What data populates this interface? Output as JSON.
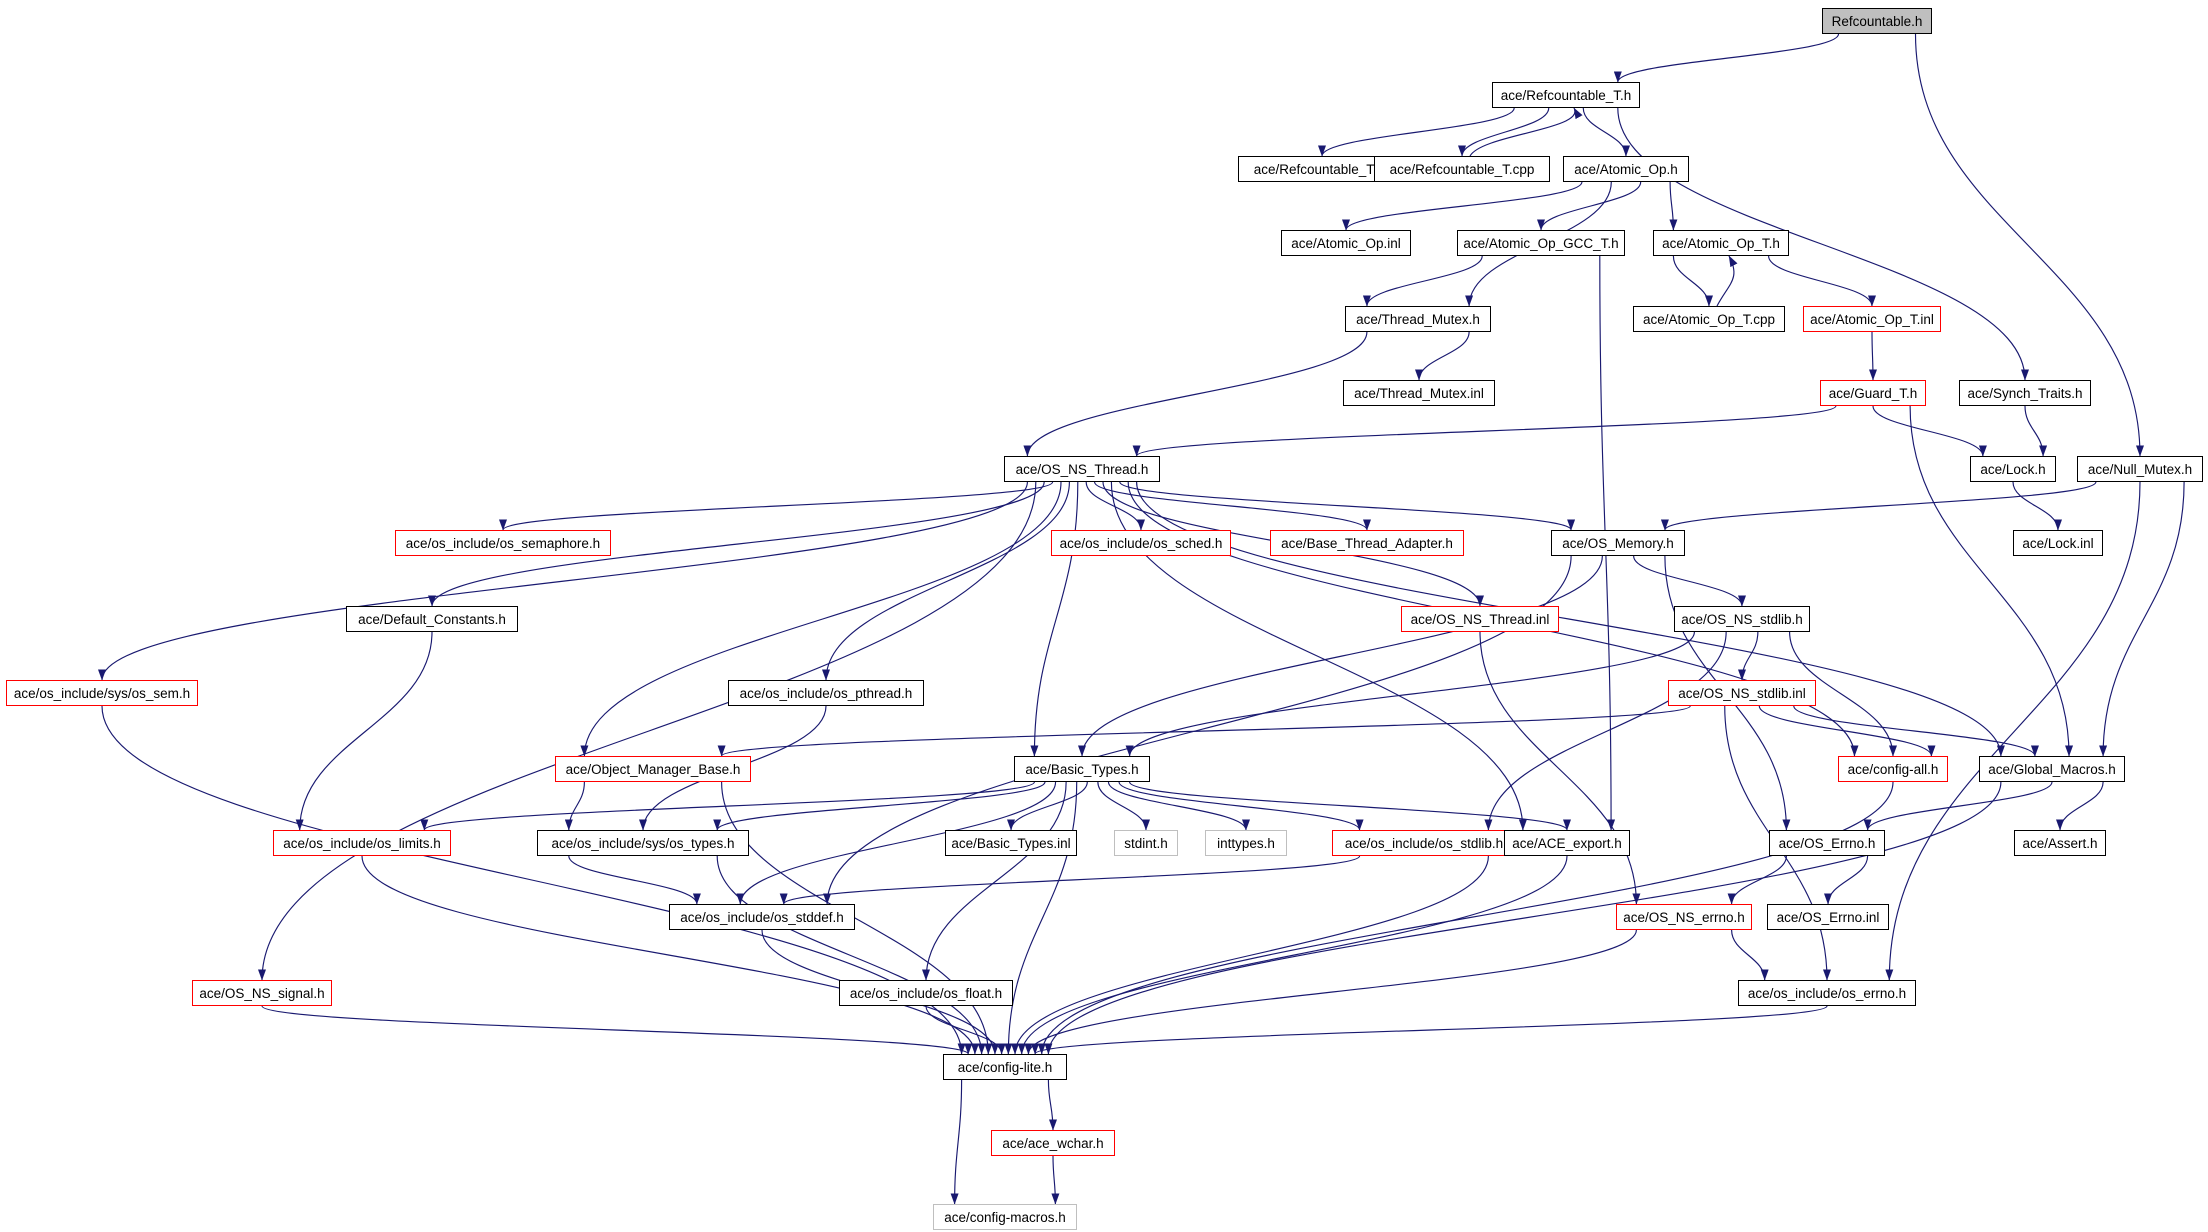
{
  "graph": {
    "title": "Refcountable.h",
    "node_styles": {
      "root": {
        "fill": "#bfbfbf",
        "border": "#000000"
      },
      "documented": {
        "fill": "#ffffff",
        "border": "#000000"
      },
      "truncated": {
        "fill": "#ffffff",
        "border": "#ff0000"
      },
      "external": {
        "fill": "#ffffff",
        "border": "#bfbfbf"
      },
      "edge_color": "#191970"
    },
    "nodes": [
      {
        "id": "refcountable_h",
        "label": "Refcountable.h",
        "style": "root"
      },
      {
        "id": "refcountable_t_h",
        "label": "ace/Refcountable_T.h",
        "style": "documented"
      },
      {
        "id": "refcountable_t_inl",
        "label": "ace/Refcountable_T.inl",
        "style": "documented"
      },
      {
        "id": "refcountable_t_cpp",
        "label": "ace/Refcountable_T.cpp",
        "style": "documented"
      },
      {
        "id": "atomic_op_h",
        "label": "ace/Atomic_Op.h",
        "style": "documented"
      },
      {
        "id": "atomic_op_inl",
        "label": "ace/Atomic_Op.inl",
        "style": "documented"
      },
      {
        "id": "atomic_op_gcc_t_h",
        "label": "ace/Atomic_Op_GCC_T.h",
        "style": "documented"
      },
      {
        "id": "atomic_op_t_h",
        "label": "ace/Atomic_Op_T.h",
        "style": "documented"
      },
      {
        "id": "thread_mutex_h",
        "label": "ace/Thread_Mutex.h",
        "style": "documented"
      },
      {
        "id": "atomic_op_t_cpp",
        "label": "ace/Atomic_Op_T.cpp",
        "style": "documented"
      },
      {
        "id": "atomic_op_t_inl",
        "label": "ace/Atomic_Op_T.inl",
        "style": "truncated"
      },
      {
        "id": "thread_mutex_inl",
        "label": "ace/Thread_Mutex.inl",
        "style": "documented"
      },
      {
        "id": "guard_t_h",
        "label": "ace/Guard_T.h",
        "style": "truncated"
      },
      {
        "id": "synch_traits_h",
        "label": "ace/Synch_Traits.h",
        "style": "documented"
      },
      {
        "id": "os_ns_thread_h",
        "label": "ace/OS_NS_Thread.h",
        "style": "documented"
      },
      {
        "id": "lock_h",
        "label": "ace/Lock.h",
        "style": "documented"
      },
      {
        "id": "null_mutex_h",
        "label": "ace/Null_Mutex.h",
        "style": "documented"
      },
      {
        "id": "os_semaphore_h",
        "label": "ace/os_include/os_semaphore.h",
        "style": "truncated"
      },
      {
        "id": "os_sched_h",
        "label": "ace/os_include/os_sched.h",
        "style": "truncated"
      },
      {
        "id": "base_thread_adapter_h",
        "label": "ace/Base_Thread_Adapter.h",
        "style": "truncated"
      },
      {
        "id": "os_memory_h",
        "label": "ace/OS_Memory.h",
        "style": "documented"
      },
      {
        "id": "lock_inl",
        "label": "ace/Lock.inl",
        "style": "documented"
      },
      {
        "id": "default_constants_h",
        "label": "ace/Default_Constants.h",
        "style": "documented"
      },
      {
        "id": "os_ns_thread_inl",
        "label": "ace/OS_NS_Thread.inl",
        "style": "truncated"
      },
      {
        "id": "os_ns_stdlib_h",
        "label": "ace/OS_NS_stdlib.h",
        "style": "documented"
      },
      {
        "id": "os_sem_h",
        "label": "ace/os_include/sys/os_sem.h",
        "style": "truncated"
      },
      {
        "id": "os_pthread_h",
        "label": "ace/os_include/os_pthread.h",
        "style": "documented"
      },
      {
        "id": "os_ns_stdlib_inl",
        "label": "ace/OS_NS_stdlib.inl",
        "style": "truncated"
      },
      {
        "id": "object_manager_base_h",
        "label": "ace/Object_Manager_Base.h",
        "style": "truncated"
      },
      {
        "id": "basic_types_h",
        "label": "ace/Basic_Types.h",
        "style": "documented"
      },
      {
        "id": "config_all_h",
        "label": "ace/config-all.h",
        "style": "truncated"
      },
      {
        "id": "global_macros_h",
        "label": "ace/Global_Macros.h",
        "style": "documented"
      },
      {
        "id": "os_limits_h",
        "label": "ace/os_include/os_limits.h",
        "style": "truncated"
      },
      {
        "id": "os_types_h",
        "label": "ace/os_include/sys/os_types.h",
        "style": "documented"
      },
      {
        "id": "basic_types_inl",
        "label": "ace/Basic_Types.inl",
        "style": "documented"
      },
      {
        "id": "stdint_h",
        "label": "stdint.h",
        "style": "external"
      },
      {
        "id": "inttypes_h",
        "label": "inttypes.h",
        "style": "external"
      },
      {
        "id": "os_stdlib_h",
        "label": "ace/os_include/os_stdlib.h",
        "style": "truncated"
      },
      {
        "id": "ace_export_h",
        "label": "ace/ACE_export.h",
        "style": "documented"
      },
      {
        "id": "os_errno_ace_h",
        "label": "ace/OS_Errno.h",
        "style": "documented"
      },
      {
        "id": "assert_h",
        "label": "ace/Assert.h",
        "style": "documented"
      },
      {
        "id": "os_stddef_h",
        "label": "ace/os_include/os_stddef.h",
        "style": "documented"
      },
      {
        "id": "os_ns_errno_h",
        "label": "ace/OS_NS_errno.h",
        "style": "truncated"
      },
      {
        "id": "os_errno_inl",
        "label": "ace/OS_Errno.inl",
        "style": "documented"
      },
      {
        "id": "os_ns_signal_h",
        "label": "ace/OS_NS_signal.h",
        "style": "truncated"
      },
      {
        "id": "os_float_h",
        "label": "ace/os_include/os_float.h",
        "style": "documented"
      },
      {
        "id": "os_include_errno_h",
        "label": "ace/os_include/os_errno.h",
        "style": "documented"
      },
      {
        "id": "config_lite_h",
        "label": "ace/config-lite.h",
        "style": "documented"
      },
      {
        "id": "ace_wchar_h",
        "label": "ace/ace_wchar.h",
        "style": "truncated"
      },
      {
        "id": "config_macros_h",
        "label": "ace/config-macros.h",
        "style": "external"
      }
    ],
    "edges": [
      [
        "refcountable_h",
        "refcountable_t_h"
      ],
      [
        "refcountable_h",
        "null_mutex_h"
      ],
      [
        "refcountable_t_h",
        "refcountable_t_inl"
      ],
      [
        "refcountable_t_h",
        "refcountable_t_cpp"
      ],
      [
        "refcountable_t_h",
        "atomic_op_h"
      ],
      [
        "refcountable_t_h",
        "synch_traits_h"
      ],
      [
        "refcountable_t_cpp",
        "refcountable_t_h"
      ],
      [
        "atomic_op_h",
        "atomic_op_inl"
      ],
      [
        "atomic_op_h",
        "atomic_op_gcc_t_h"
      ],
      [
        "atomic_op_h",
        "atomic_op_t_h"
      ],
      [
        "atomic_op_h",
        "thread_mutex_h"
      ],
      [
        "atomic_op_gcc_t_h",
        "thread_mutex_h"
      ],
      [
        "atomic_op_gcc_t_h",
        "ace_export_h"
      ],
      [
        "atomic_op_t_h",
        "atomic_op_t_cpp"
      ],
      [
        "atomic_op_t_h",
        "atomic_op_t_inl"
      ],
      [
        "atomic_op_t_cpp",
        "atomic_op_t_h"
      ],
      [
        "atomic_op_t_inl",
        "guard_t_h"
      ],
      [
        "thread_mutex_h",
        "thread_mutex_inl"
      ],
      [
        "thread_mutex_h",
        "os_ns_thread_h"
      ],
      [
        "guard_t_h",
        "os_ns_thread_h"
      ],
      [
        "guard_t_h",
        "lock_h"
      ],
      [
        "guard_t_h",
        "global_macros_h"
      ],
      [
        "synch_traits_h",
        "lock_h"
      ],
      [
        "lock_h",
        "lock_inl"
      ],
      [
        "null_mutex_h",
        "os_memory_h"
      ],
      [
        "null_mutex_h",
        "global_macros_h"
      ],
      [
        "null_mutex_h",
        "os_include_errno_h"
      ],
      [
        "os_ns_thread_h",
        "os_semaphore_h"
      ],
      [
        "os_ns_thread_h",
        "os_sched_h"
      ],
      [
        "os_ns_thread_h",
        "base_thread_adapter_h"
      ],
      [
        "os_ns_thread_h",
        "os_memory_h"
      ],
      [
        "os_ns_thread_h",
        "default_constants_h"
      ],
      [
        "os_ns_thread_h",
        "os_ns_thread_inl"
      ],
      [
        "os_ns_thread_h",
        "os_sem_h"
      ],
      [
        "os_ns_thread_h",
        "os_pthread_h"
      ],
      [
        "os_ns_thread_h",
        "object_manager_base_h"
      ],
      [
        "os_ns_thread_h",
        "basic_types_h"
      ],
      [
        "os_ns_thread_h",
        "config_all_h"
      ],
      [
        "os_ns_thread_h",
        "global_macros_h"
      ],
      [
        "os_ns_thread_h",
        "ace_export_h"
      ],
      [
        "os_ns_thread_h",
        "os_ns_signal_h"
      ],
      [
        "os_memory_h",
        "os_ns_stdlib_h"
      ],
      [
        "os_memory_h",
        "os_errno_ace_h"
      ],
      [
        "os_memory_h",
        "basic_types_h"
      ],
      [
        "os_memory_h",
        "os_stddef_h"
      ],
      [
        "default_constants_h",
        "os_limits_h"
      ],
      [
        "os_ns_thread_inl",
        "os_ns_errno_h"
      ],
      [
        "os_ns_stdlib_h",
        "os_ns_stdlib_inl"
      ],
      [
        "os_ns_stdlib_h",
        "config_all_h"
      ],
      [
        "os_ns_stdlib_h",
        "basic_types_h"
      ],
      [
        "os_ns_stdlib_h",
        "os_stdlib_h"
      ],
      [
        "os_ns_stdlib_inl",
        "config_all_h"
      ],
      [
        "os_ns_stdlib_inl",
        "global_macros_h"
      ],
      [
        "os_ns_stdlib_inl",
        "object_manager_base_h"
      ],
      [
        "os_ns_stdlib_inl",
        "os_include_errno_h"
      ],
      [
        "os_sem_h",
        "config_lite_h"
      ],
      [
        "os_pthread_h",
        "os_types_h"
      ],
      [
        "object_manager_base_h",
        "os_types_h"
      ],
      [
        "object_manager_base_h",
        "config_lite_h"
      ],
      [
        "basic_types_h",
        "os_limits_h"
      ],
      [
        "basic_types_h",
        "os_types_h"
      ],
      [
        "basic_types_h",
        "basic_types_inl"
      ],
      [
        "basic_types_h",
        "stdint_h"
      ],
      [
        "basic_types_h",
        "inttypes_h"
      ],
      [
        "basic_types_h",
        "os_stdlib_h"
      ],
      [
        "basic_types_h",
        "ace_export_h"
      ],
      [
        "basic_types_h",
        "os_stddef_h"
      ],
      [
        "basic_types_h",
        "os_float_h"
      ],
      [
        "basic_types_h",
        "config_lite_h"
      ],
      [
        "config_all_h",
        "config_lite_h"
      ],
      [
        "global_macros_h",
        "os_errno_ace_h"
      ],
      [
        "global_macros_h",
        "assert_h"
      ],
      [
        "global_macros_h",
        "config_lite_h"
      ],
      [
        "os_limits_h",
        "config_lite_h"
      ],
      [
        "os_types_h",
        "os_stddef_h"
      ],
      [
        "os_types_h",
        "config_lite_h"
      ],
      [
        "os_stdlib_h",
        "os_stddef_h"
      ],
      [
        "os_stdlib_h",
        "config_lite_h"
      ],
      [
        "ace_export_h",
        "config_lite_h"
      ],
      [
        "os_errno_ace_h",
        "os_ns_errno_h"
      ],
      [
        "os_errno_ace_h",
        "os_errno_inl"
      ],
      [
        "os_stddef_h",
        "config_lite_h"
      ],
      [
        "os_ns_errno_h",
        "os_include_errno_h"
      ],
      [
        "os_ns_errno_h",
        "config_lite_h"
      ],
      [
        "os_ns_signal_h",
        "config_lite_h"
      ],
      [
        "os_float_h",
        "config_lite_h"
      ],
      [
        "os_include_errno_h",
        "config_lite_h"
      ],
      [
        "config_lite_h",
        "ace_wchar_h"
      ],
      [
        "config_lite_h",
        "config_macros_h"
      ],
      [
        "ace_wchar_h",
        "config_macros_h"
      ]
    ]
  }
}
